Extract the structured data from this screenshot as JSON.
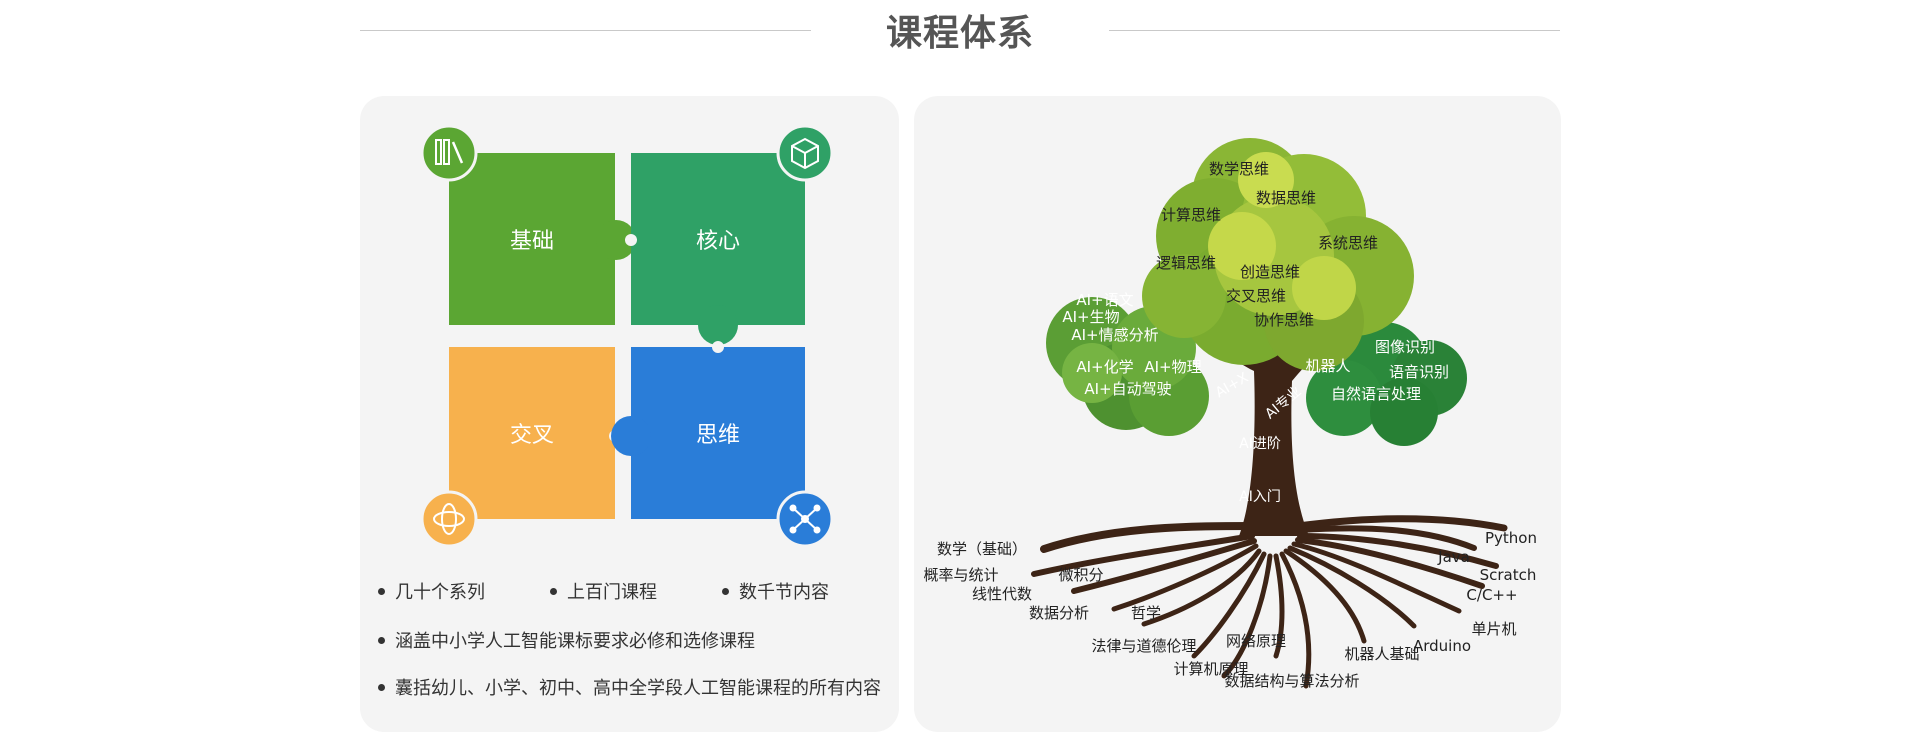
{
  "header": {
    "title": "课程体系"
  },
  "colors": {
    "green": "#5ba633",
    "teal": "#2fa166",
    "orange": "#f7b14d",
    "blue": "#2a7dd8",
    "trunk": "#3d2416",
    "panel_bg": "#f4f4f4"
  },
  "puzzle": {
    "pieces": [
      {
        "label": "基础",
        "color": "#5ba633"
      },
      {
        "label": "核心",
        "color": "#2fa166"
      },
      {
        "label": "交叉",
        "color": "#f7b14d"
      },
      {
        "label": "思维",
        "color": "#2a7dd8"
      }
    ],
    "badges": [
      {
        "icon": "books-icon",
        "color": "#5ba633"
      },
      {
        "icon": "cube-icon",
        "color": "#2fa166"
      },
      {
        "icon": "atom-icon",
        "color": "#f7b14d"
      },
      {
        "icon": "network-icon",
        "color": "#2a7dd8"
      }
    ]
  },
  "features": {
    "row1": [
      "几十个系列",
      "上百门课程",
      "数千节内容"
    ],
    "line2": "涵盖中小学人工智能课标要求必修和选修课程",
    "line3": "囊括幼儿、小学、初中、高中全学段人工智能课程的所有内容"
  },
  "tree": {
    "crown_labels": [
      "数学思维",
      "数据思维",
      "计算思维",
      "系统思维",
      "逻辑思维",
      "创造思维",
      "交叉思维",
      "协作思维"
    ],
    "ai_x_labels": [
      "AI+语文",
      "AI+生物",
      "AI+情感分析",
      "AI+化学",
      "AI+物理",
      "AI+自动驾驶"
    ],
    "ai_pro_labels": [
      "图像识别",
      "机器人",
      "语音识别",
      "自然语言处理"
    ],
    "branch_labels": [
      "AI+X",
      "AI专业"
    ],
    "trunk_labels": [
      "AI进阶",
      "AI入门"
    ],
    "root_labels": [
      "数学（基础）",
      "概率与统计",
      "微积分",
      "线性代数",
      "数据分析",
      "哲学",
      "法律与道德伦理",
      "计算机原理",
      "网络原理",
      "数据结构与算法分析",
      "机器人基础",
      "Arduino",
      "单片机",
      "C/C++",
      "Scratch",
      "Java",
      "Python"
    ]
  }
}
